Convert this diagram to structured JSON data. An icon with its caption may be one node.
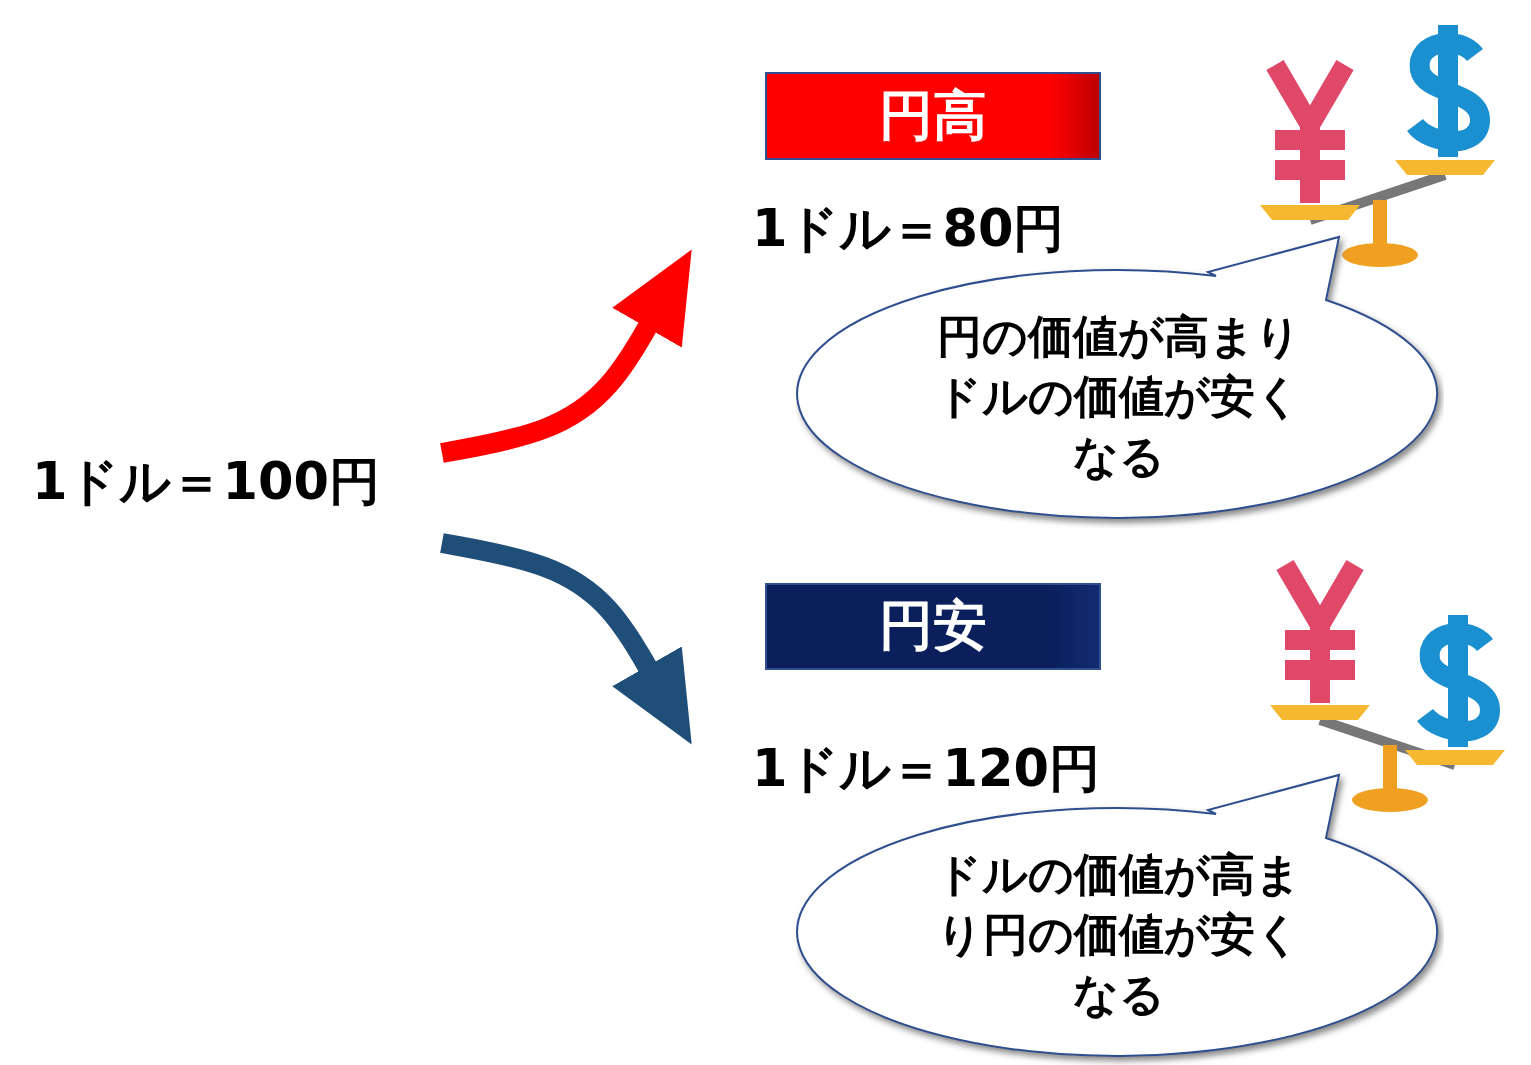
{
  "diagram": {
    "nodes": [
      {
        "text": [
          "1ドル＝100円"
        ]
      },
      {
        "text": [
          "円高"
        ]
      },
      {
        "text": [
          "1ドル＝80円"
        ]
      },
      {
        "text": [
          "円の価値が高まりドルの価値が安くなる"
        ]
      },
      {
        "text": [
          "円安"
        ]
      },
      {
        "text": [
          "1ドル＝120円"
        ]
      },
      {
        "text": [
          "ドルの価値が高まり円の価値が安くなる"
        ]
      }
    ],
    "edges": [
      {
        "from": 0,
        "to": 2,
        "arrow": "to",
        "color": "#ff0000"
      },
      {
        "from": 0,
        "to": 5,
        "arrow": "to",
        "color": "#1f4e79"
      }
    ]
  }
}
